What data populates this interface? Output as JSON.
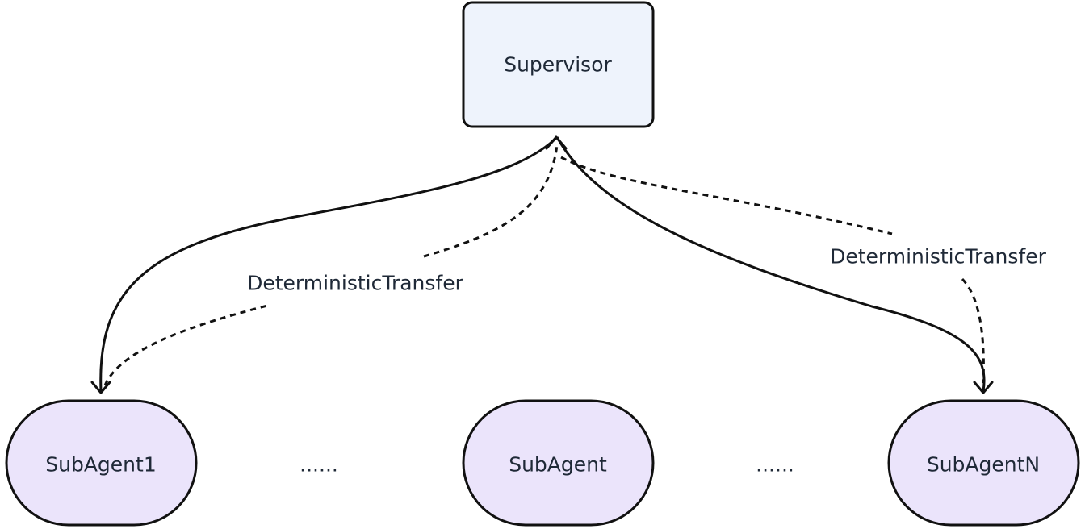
{
  "nodes": {
    "supervisor": {
      "label": "Supervisor",
      "fill": "#eef3fc",
      "stroke": "#111111"
    },
    "subagent1": {
      "label": "SubAgent1",
      "fill": "#ebe4fb",
      "stroke": "#111111"
    },
    "subagent": {
      "label": "SubAgent",
      "fill": "#ebe4fb",
      "stroke": "#111111"
    },
    "subagentn": {
      "label": "SubAgentN",
      "fill": "#ebe4fb",
      "stroke": "#111111"
    }
  },
  "edges": {
    "left_label": "DeterministicTransfer",
    "right_label": "DeterministicTransfer"
  },
  "ellipses": {
    "left": "......",
    "right": "......"
  }
}
